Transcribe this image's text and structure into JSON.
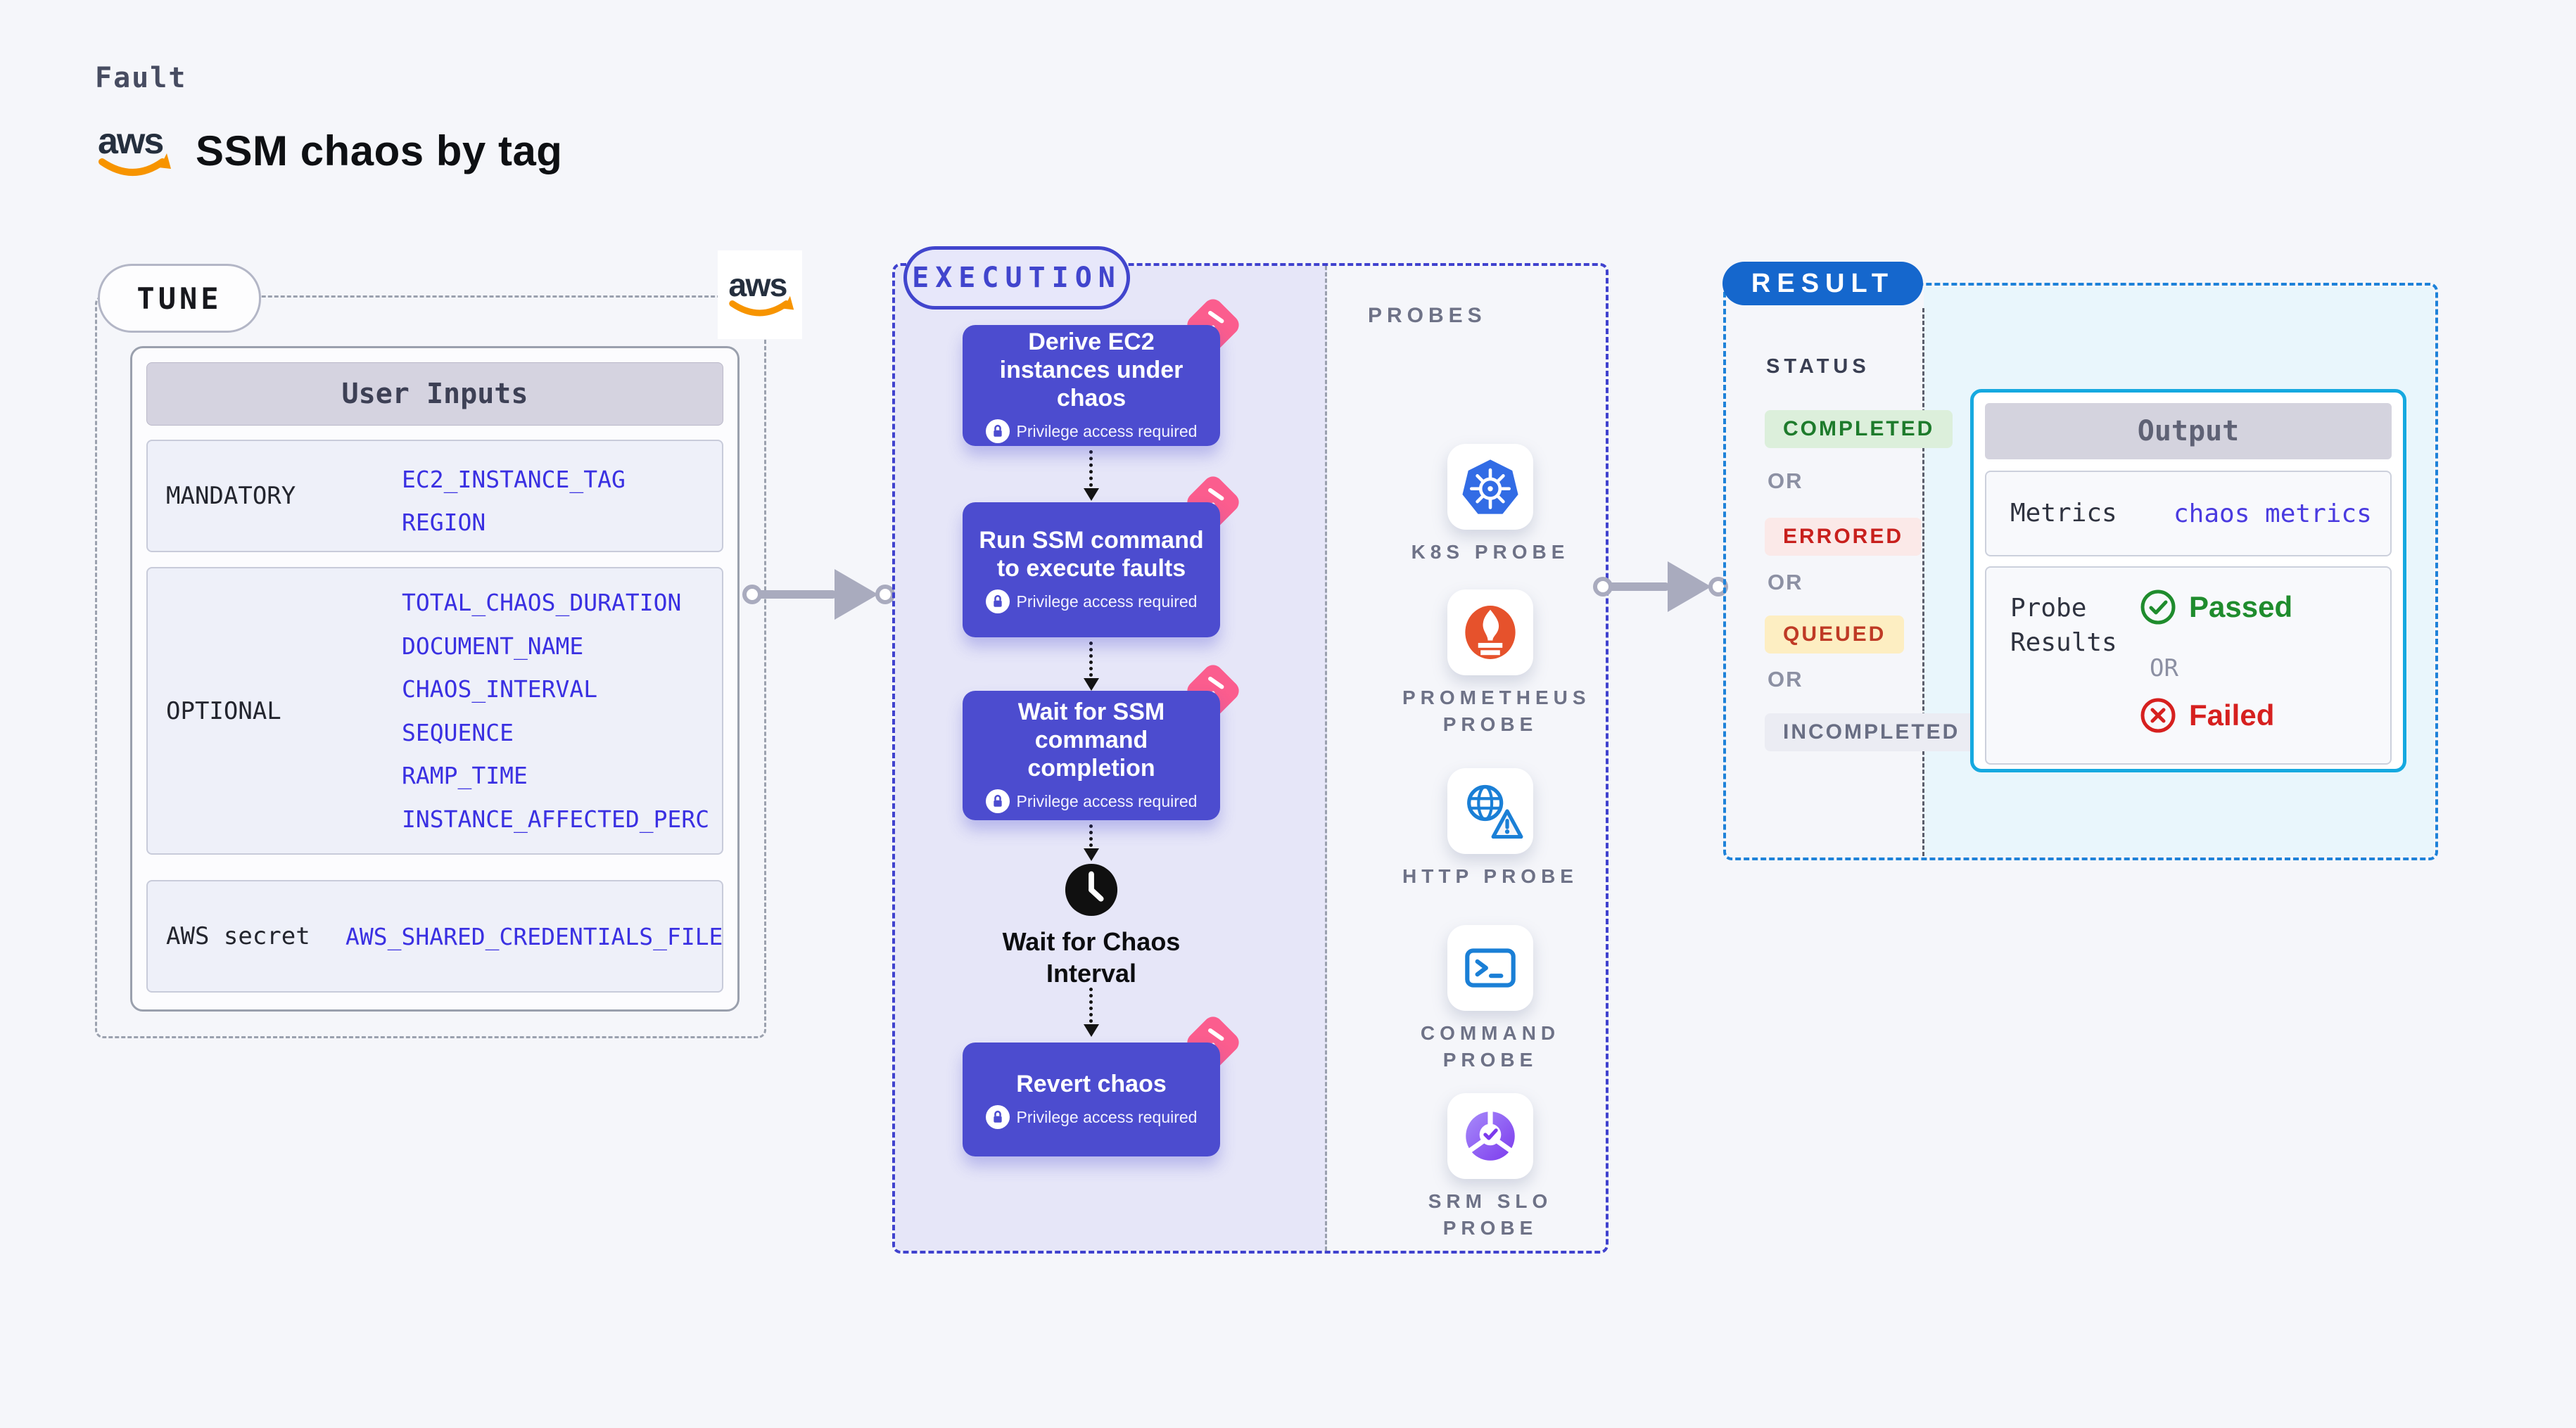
{
  "header": {
    "kicker": "Fault",
    "title": "SSM chaos by tag",
    "aws_logo_text": "aws"
  },
  "tune": {
    "label": "TUNE",
    "table_title": "User Inputs",
    "rows": [
      {
        "label": "MANDATORY",
        "values": [
          "EC2_INSTANCE_TAG",
          "REGION"
        ]
      },
      {
        "label": "OPTIONAL",
        "values": [
          "TOTAL_CHAOS_DURATION",
          "DOCUMENT_NAME",
          "CHAOS_INTERVAL",
          "SEQUENCE",
          "RAMP_TIME",
          "INSTANCE_AFFECTED_PERC"
        ]
      },
      {
        "label": "AWS secret",
        "values": [
          "AWS_SHARED_CREDENTIALS_FILE"
        ]
      }
    ]
  },
  "execution": {
    "label": "EXECUTION",
    "privilege_note": "Privilege access required",
    "steps": [
      "Derive EC2 instances under chaos",
      "Run SSM command to execute faults",
      "Wait for SSM command completion",
      "Revert chaos"
    ],
    "wait_step": "Wait for Chaos Interval"
  },
  "probes": {
    "label": "PROBES",
    "items": [
      {
        "name": "K8S PROBE",
        "icon": "kubernetes-icon"
      },
      {
        "name": "PROMETHEUS PROBE",
        "icon": "prometheus-icon"
      },
      {
        "name": "HTTP PROBE",
        "icon": "globe-alert-icon"
      },
      {
        "name": "COMMAND PROBE",
        "icon": "terminal-icon"
      },
      {
        "name": "SRM SLO PROBE",
        "icon": "slo-pie-check-icon"
      }
    ]
  },
  "result": {
    "label": "RESULT",
    "status_label": "STATUS",
    "or": "OR",
    "statuses": [
      "COMPLETED",
      "ERRORED",
      "QUEUED",
      "INCOMPLETED"
    ],
    "output": {
      "title": "Output",
      "metrics_label": "Metrics",
      "metrics_value": "chaos metrics",
      "probe_results_label": "Probe Results",
      "passed": "Passed",
      "or": "OR",
      "failed": "Failed"
    }
  },
  "colors": {
    "page_bg": "#f5f6fa",
    "step_indigo": "#4c4ccf",
    "lavender_bg": "#e6e6f8",
    "execution_border": "#4042ce",
    "chaos_pink": "#fb5d8e",
    "value_blue": "#3a30e2",
    "result_blue": "#1567cd",
    "result_border": "#1e82d9",
    "output_border": "#16a9e0",
    "cyan_bg": "#e9f6fc",
    "passed_green": "#1f8c2d",
    "failed_red": "#d6201f",
    "k8s_blue": "#326ce5",
    "prometheus_orange": "#e6522c",
    "probe_icon_blue": "#1a7fd6",
    "srm_purple": "#7c3aed",
    "aws_orange": "#f79400"
  }
}
